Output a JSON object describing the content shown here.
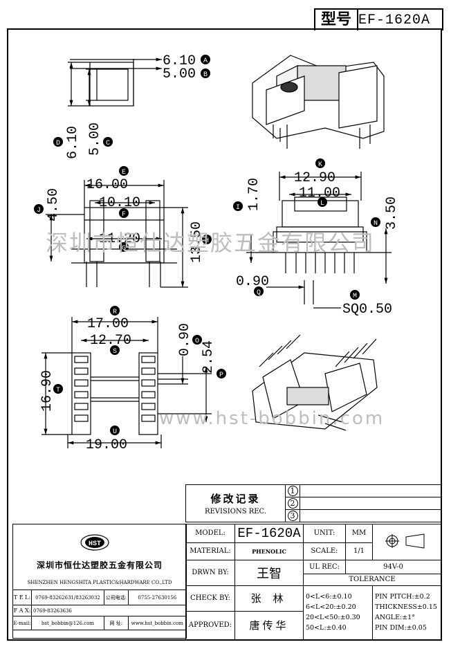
{
  "title": {
    "label": "型号",
    "model": "EF-1620A"
  },
  "dims": {
    "A": {
      "letter": "A",
      "value": "6.10"
    },
    "B": {
      "letter": "B",
      "value": "5.00"
    },
    "C": {
      "letter": "C",
      "value": "5.00"
    },
    "D": {
      "letter": "D",
      "value": "6.10"
    },
    "E": {
      "letter": "E",
      "value": "16.00"
    },
    "F": {
      "letter": "F",
      "value": "10.10"
    },
    "G": {
      "letter": "G",
      "value": "11.20"
    },
    "H": {
      "letter": "H",
      "value": "13.50"
    },
    "I": {
      "letter": "I",
      "value": "1.70"
    },
    "J": {
      "letter": "J",
      "value": "4.50"
    },
    "K": {
      "letter": "K",
      "value": "12.90"
    },
    "L": {
      "letter": "L",
      "value": "11.00"
    },
    "M": {
      "letter": "M",
      "value": "SQ0.50"
    },
    "N": {
      "letter": "N",
      "value": "3.50"
    },
    "O": {
      "letter": "O",
      "value": "0.90"
    },
    "P": {
      "letter": "P",
      "value": "2.54"
    },
    "Q": {
      "letter": "Q",
      "value": "0.90"
    },
    "R": {
      "letter": "R",
      "value": "17.00"
    },
    "S": {
      "letter": "S",
      "value": "12.70"
    },
    "T": {
      "letter": "T",
      "value": "16.90"
    },
    "U": {
      "letter": "U",
      "value": "19.00"
    }
  },
  "watermarks": {
    "cn": "深圳市恒仕达塑胶五金有限公司",
    "web": "www.hst-bobbin.com"
  },
  "revisions": {
    "title_cn": "修改记录",
    "title_en": "REVISIONS REC.",
    "marks": [
      "1",
      "2",
      "3"
    ]
  },
  "company": {
    "logo": "HST",
    "name_cn": "深圳市恒仕达塑胶五金有限公司",
    "name_en": "SHENZHEN HENGSHITA PLASTIC&HARDWARE CO.,LTD",
    "tel_label": "T E L:",
    "tel": "0769-83262631/83263032",
    "phone_label": "公司电话:",
    "phone": "0755-27630156",
    "fax_label": "F A X:",
    "fax": "0769-83263636",
    "email_label": "E-mail:",
    "email": "hst_bobbin@126.com",
    "web_label": "网 址:",
    "web": "www.hst_bobbin.com"
  },
  "spec": {
    "model_label": "MODEL:",
    "model": "EF-1620A",
    "unit_label": "UNIT:",
    "unit": "MM",
    "material_label": "MATERIAL:",
    "material": "PHENOLIC",
    "scale_label": "SCALE:",
    "scale": "1/1",
    "drawn_label": "DRWN BY:",
    "drawn": "王智",
    "ulrec_label": "UL REC:",
    "ulrec": "94V-0",
    "tolerance_label": "TOLERANCE",
    "check_label": "CHECK BY:",
    "check": "张 林",
    "approved_label": "APPROVED:",
    "approved": "唐传华",
    "tol_left": [
      "0<L<6:±0.10",
      "6<L<20:±0.20",
      "20<L<50:±0.30",
      "50<L:±0.40"
    ],
    "tol_right": [
      "PIN PITCH:±0.2",
      "THICKNESS±0.15",
      "ANGLE:±1°",
      "PIN DIM:±0.05"
    ]
  }
}
